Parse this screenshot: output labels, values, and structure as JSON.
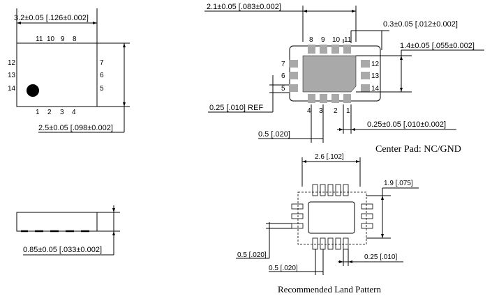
{
  "top_view": {
    "width_dim": "3.2±0.05 [.126±0.002]",
    "height_dim": "2.5±0.05 [.098±0.002]",
    "pins_top": [
      "11",
      "10",
      "9",
      "8"
    ],
    "pins_bottom": [
      "1",
      "2",
      "3",
      "4"
    ],
    "pins_left": [
      "12",
      "13",
      "14"
    ],
    "pins_right": [
      "7",
      "6",
      "5"
    ]
  },
  "side_view": {
    "thickness_dim": "0.85±0.05 [.033±0.002]"
  },
  "bottom_view": {
    "width_dim": "2.1±0.05 [.083±0.002]",
    "pad_width_dim": "0.3±0.05 [.012±0.002]",
    "center_pad_dim": "1.4±0.05 [.055±0.002]",
    "ref_dim": "0.25 [.010] REF",
    "pitch_dim": "0.5 [.020]",
    "pad_len_dim": "0.25±0.05 [.010±0.002]",
    "pins_top": [
      "8",
      "9",
      "10",
      "11"
    ],
    "pins_bottom": [
      "4",
      "3",
      "2",
      "1"
    ],
    "pins_left": [
      "7",
      "6",
      "5"
    ],
    "pins_right": [
      "12",
      "13",
      "14"
    ],
    "center_pad_note": "Center Pad:  NC/GND"
  },
  "land_pattern": {
    "width_dim": "2.6 [.102]",
    "height_dim": "1.9 [.075]",
    "pad_dim_left": "0.5 [.020]",
    "pitch_dim": "0.5 [.020]",
    "pad_dim_right": "0.25 [.010]",
    "title": "Recommended Land Pattern"
  }
}
